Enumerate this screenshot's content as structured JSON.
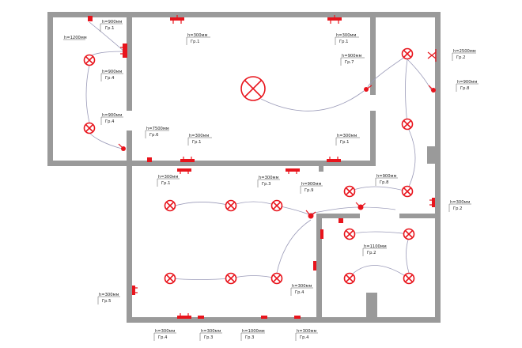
{
  "colors": {
    "wall": "#9a9a9a",
    "device": "#e8141c",
    "wire": "#9a9ab8",
    "text": "#222222"
  },
  "labels": {
    "l1": {
      "h": "h=900мм",
      "g": "Гр.1"
    },
    "l2": {
      "h": "h=1200мм",
      "g": ""
    },
    "l3": {
      "h": "h=300мм",
      "g": "Гр.1"
    },
    "l4": {
      "h": "h=300мм",
      "g": "Гр.1"
    },
    "l5": {
      "h": "h=900мм",
      "g": "Гр.4"
    },
    "l6": {
      "h": "h=900мм",
      "g": "Гр.7"
    },
    "l7": {
      "h": "h=2500мм",
      "g": "Гр.2"
    },
    "l8": {
      "h": "h=900мм",
      "g": "Гр.8"
    },
    "l9": {
      "h": "h=900мм",
      "g": "Гр.4"
    },
    "l10": {
      "h": "h=7500мм",
      "g": "Гр.6"
    },
    "l11": {
      "h": "h=300мм",
      "g": "Гр.1"
    },
    "l12": {
      "h": "h=300мм",
      "g": "Гр.1"
    },
    "l13": {
      "h": "h=300мм",
      "g": "Гр.1"
    },
    "l14": {
      "h": "h=300мм",
      "g": "Гр.3"
    },
    "l15": {
      "h": "h=900мм",
      "g": "Гр.8"
    },
    "l16": {
      "h": "h=900мм",
      "g": "Гр.9"
    },
    "l17": {
      "h": "h=300мм",
      "g": "Гр.2"
    },
    "l18": {
      "h": "h=1100мм",
      "g": "Гр.2"
    },
    "l19": {
      "h": "h=300мм",
      "g": "Гр.5"
    },
    "l20": {
      "h": "h=300мм",
      "g": "Гр.4"
    },
    "l21": {
      "h": "h=300мм",
      "g": "Гр.4"
    },
    "l22": {
      "h": "h=300мм",
      "g": "Гр.3"
    },
    "l23": {
      "h": "h=1000мм",
      "g": "Гр.3"
    },
    "l24": {
      "h": "h=300мм",
      "g": "Гр.4"
    }
  }
}
